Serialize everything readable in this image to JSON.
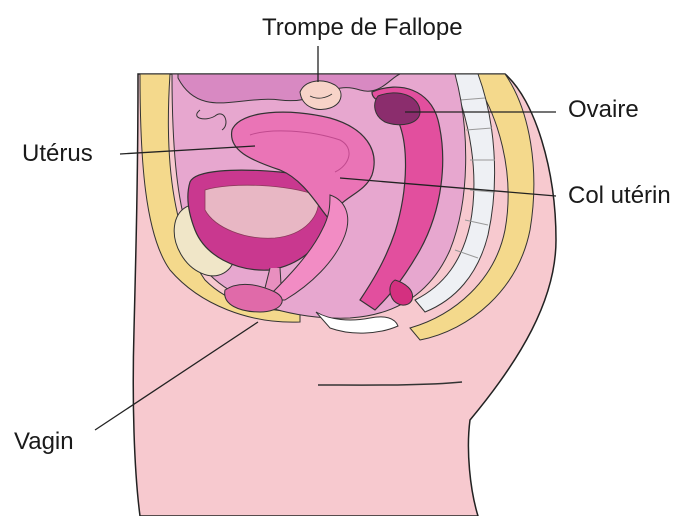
{
  "diagram": {
    "labels": {
      "fallopian_tube": "Trompe de Fallope",
      "ovary": "Ovaire",
      "uterus": "Utérus",
      "cervix": "Col utérin",
      "vagina": "Vagin"
    }
  }
}
